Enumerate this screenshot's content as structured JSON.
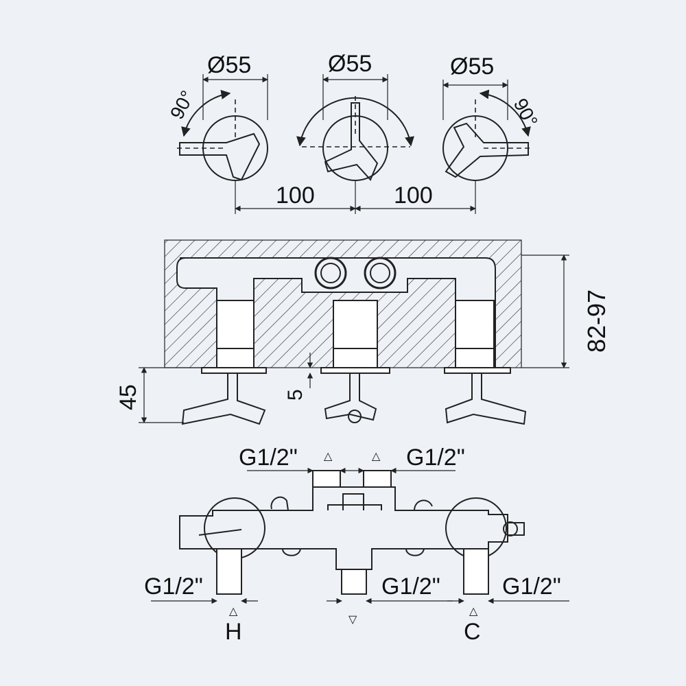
{
  "top_view": {
    "diameter_left": "Ø55",
    "diameter_center": "Ø55",
    "diameter_right": "Ø55",
    "angle_left": "90°",
    "angle_right": "90°",
    "spacing_left": "100",
    "spacing_right": "100"
  },
  "side_view": {
    "depth_label": "82-97",
    "projection_label": "45",
    "gap_label": "5"
  },
  "bottom_view": {
    "thread_top_left": "G1/2\"",
    "thread_top_right": "G1/2\"",
    "thread_bottom_left": "G1/2\"",
    "thread_bottom_center": "G1/2\"",
    "thread_bottom_right": "G1/2\"",
    "hot_label": "H",
    "cold_label": "C",
    "flow_up_symbol": "△",
    "flow_down_symbol": "▽"
  },
  "colors": {
    "background": "#eef2f7",
    "line": "#222222"
  }
}
